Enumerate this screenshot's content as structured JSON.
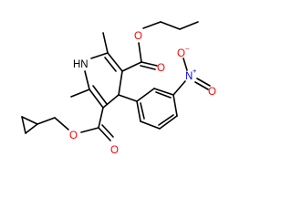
{
  "molecule": {
    "atoms": {
      "nh": {
        "text": "HN",
        "color": "#000000"
      },
      "o_ester1_single": {
        "text": "O",
        "color": "#ff0000"
      },
      "o_ester1_double": {
        "text": "O",
        "color": "#ff0000"
      },
      "o_ester2_single": {
        "text": "O",
        "color": "#ff0000"
      },
      "o_ester2_double": {
        "text": "O",
        "color": "#ff0000"
      },
      "n_nitro": {
        "text": "N",
        "color": "#0000ff"
      },
      "n_nitro_charge": {
        "text": "+",
        "color": "#0000ff"
      },
      "o_nitro_single": {
        "text": "O",
        "color": "#ff0000"
      },
      "o_nitro_single_charge": {
        "text": "−",
        "color": "#ff0000"
      },
      "o_nitro_double": {
        "text": "O",
        "color": "#ff0000"
      }
    },
    "colors": {
      "bond": "#000000",
      "oxygen": "#ff0000",
      "nitrogen_nitro": "#0000ff",
      "nitrogen_amine": "#000000"
    }
  }
}
